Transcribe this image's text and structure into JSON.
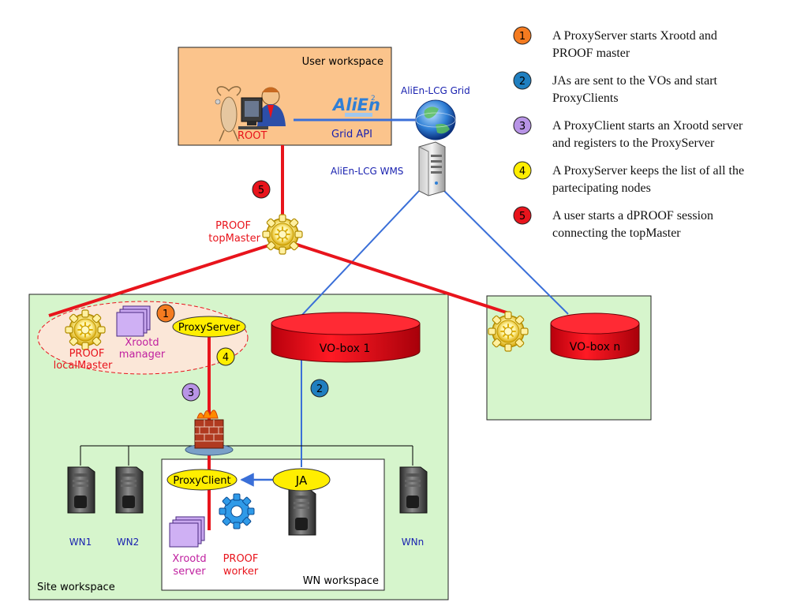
{
  "boxes": {
    "user_workspace": "User workspace",
    "site_workspace": "Site workspace",
    "wn_workspace": "WN workspace"
  },
  "nodes": {
    "root": "ROOT",
    "alien_logo": "AliEn",
    "grid_api": "Grid API",
    "alien_grid": "AliEn-LCG Grid",
    "alien_wms": "AliEn-LCG WMS",
    "proof_topmaster_line1": "PROOF",
    "proof_topmaster_line2": "topMaster",
    "proof_localmaster_line1": "PROOF",
    "proof_localmaster_line2": "localMaster",
    "xrootd_manager_line1": "Xrootd",
    "xrootd_manager_line2": "manager",
    "proxy_server": "ProxyServer",
    "vo_box_1": "VO-box 1",
    "vo_box_n": "VO-box n",
    "proxy_client": "ProxyClient",
    "ja": "JA",
    "xrootd_server_line1": "Xrootd",
    "xrootd_server_line2": "server",
    "proof_worker_line1": "PROOF",
    "proof_worker_line2": "worker",
    "wn1": "WN1",
    "wn2": "WN2",
    "wnn": "WNn"
  },
  "markers": [
    "1",
    "2",
    "3",
    "4",
    "5"
  ],
  "legend": [
    {
      "num": "1",
      "color": "#f47b20",
      "line1": "A ProxyServer starts Xrootd and",
      "line2": "PROOF master"
    },
    {
      "num": "2",
      "color": "#1f7fc0",
      "line1": "JAs are sent to the VOs and start",
      "line2": "ProxyClients"
    },
    {
      "num": "3",
      "color": "#b894e6",
      "line1": "A ProxyClient starts an Xrootd server",
      "line2": "and registers to the ProxyServer"
    },
    {
      "num": "4",
      "color": "#ffee00",
      "line1": "A ProxyServer keeps the list of all the",
      "line2": "partecipating nodes"
    },
    {
      "num": "5",
      "color": "#e8141c",
      "line1": "A user starts a dPROOF session",
      "line2": "connecting the topMaster"
    }
  ],
  "colors": {
    "red_line": "#e8141c",
    "blue_line": "#3a6fd8",
    "user_box": "#fbc48c",
    "site_box": "#d6f5cc",
    "label_red": "#e8141c",
    "label_blue": "#1a22b0",
    "label_purple": "#c020a0"
  }
}
